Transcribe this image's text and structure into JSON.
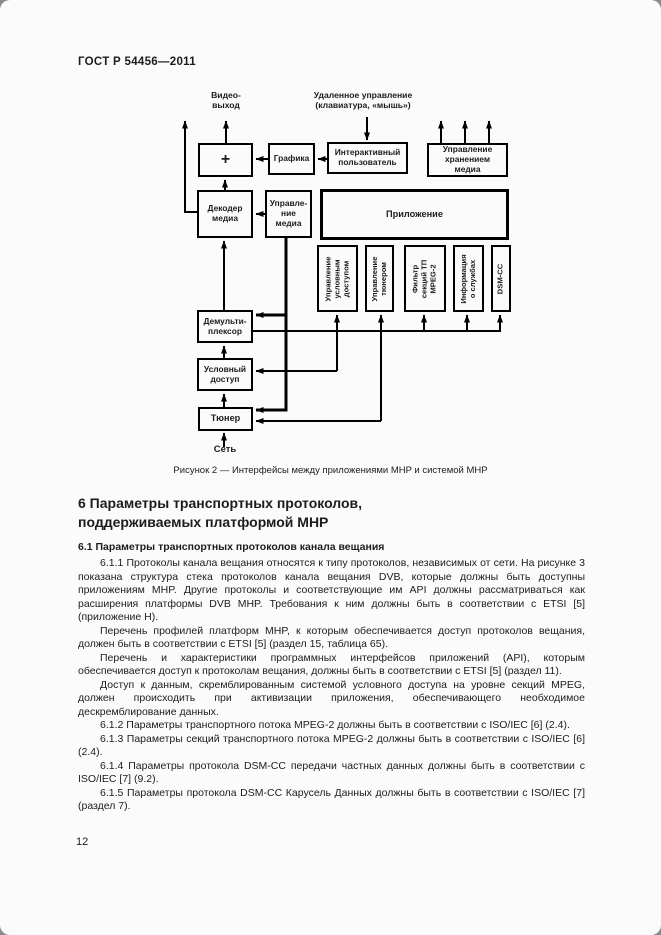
{
  "header": {
    "doc_number": "ГОСТ Р 54456—2011"
  },
  "figure": {
    "caption": "Рисунок 2 — Интерфейсы между приложениями MHP и системой MHP",
    "labels": {
      "video_out": "Видео-\nвыход",
      "remote_control": "Удаленное управление\n(клавиатура, «мышь»)",
      "network": "Сеть"
    },
    "boxes": {
      "mixer": "+",
      "graphics": "Графика",
      "interactive_user": "Интерактивный\nпользователь",
      "media_storage_control": "Управление\nхранением\nмедиа",
      "media_decoder": "Декодер\nмедиа",
      "media_control": "Управле-\nние\nмедиа",
      "application": "Приложение",
      "conditional_access_control": "Управление\nусловным\nдоступом",
      "tuner_control": "Управление\nтюнером",
      "ts_section_filter": "Фильтр\nсекций ТП\nMPEG-2",
      "service_info": "Информация\nо службах",
      "dsm_cc": "DSM-CC",
      "demultiplexer": "Демульти-\nплексор",
      "conditional_access": "Условный\nдоступ",
      "tuner": "Тюнер"
    }
  },
  "content": {
    "section_heading": "6 Параметры транспортных протоколов,\nподдерживаемых платформой MHP",
    "subsection_heading": "6.1 Параметры транспортных протоколов канала вещания",
    "paragraphs": [
      "6.1.1 Протоколы канала вещания относятся к типу протоколов, независимых от сети. На рисунке 3 показана структура стека протоколов канала вещания DVB, которые должны быть доступны приложениям MHP. Другие протоколы и соответствующие им API должны рассматриваться как расширения платформы DVB MHP. Требования к ним должны быть в соответствии с ETSI [5] (приложение H).",
      "Перечень профилей платформ MHP, к которым обеспечивается доступ протоколов вещания, должен быть в соответствии с ETSI [5] (раздел 15, таблица 65).",
      "Перечень и характеристики программных интерфейсов приложений (API), которым обеспечивается доступ к протоколам вещания, должны быть в соответствии с ETSI [5] (раздел 11).",
      "Доступ к данным, скремблированным системой условного доступа на уровне секций MPEG, должен происходить при активизации приложения, обеспечивающего необходимое дескремблирование данных.",
      "6.1.2 Параметры транспортного потока MPEG-2 должны быть в соответствии с ISO/IEC [6] (2.4).",
      "6.1.3 Параметры секций транспортного потока MPEG-2 должны быть в соответствии с ISO/IEC [6] (2.4).",
      "6.1.4 Параметры протокола DSM-CC передачи частных данных должны быть в соответствии с ISO/IEC [7] (9.2).",
      "6.1.5 Параметры протокола DSM-CC Карусель Данных должны быть в соответствии с ISO/IEC [7] (раздел 7)."
    ]
  },
  "footer": {
    "page_number": "12"
  }
}
